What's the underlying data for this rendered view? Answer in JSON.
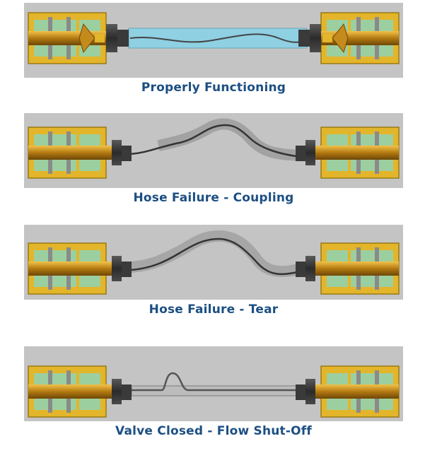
{
  "panels": [
    {
      "caption": "Properly Functioning",
      "state": "normal",
      "hose_fluid_color": "#8fd0e3"
    },
    {
      "caption": "Hose Failure - Coupling",
      "state": "coupling-failure"
    },
    {
      "caption": "Hose Failure - Tear",
      "state": "tear"
    },
    {
      "caption": "Valve Closed - Flow Shut-Off",
      "state": "valve-closed"
    }
  ],
  "colors": {
    "panel_bg": "#c4c4c4",
    "housing": "#e3b52a",
    "chamber": "#9ccf9f",
    "rod": "#c48a1c",
    "caption": "#1c4f83",
    "fitting": "#3a3a3a"
  }
}
